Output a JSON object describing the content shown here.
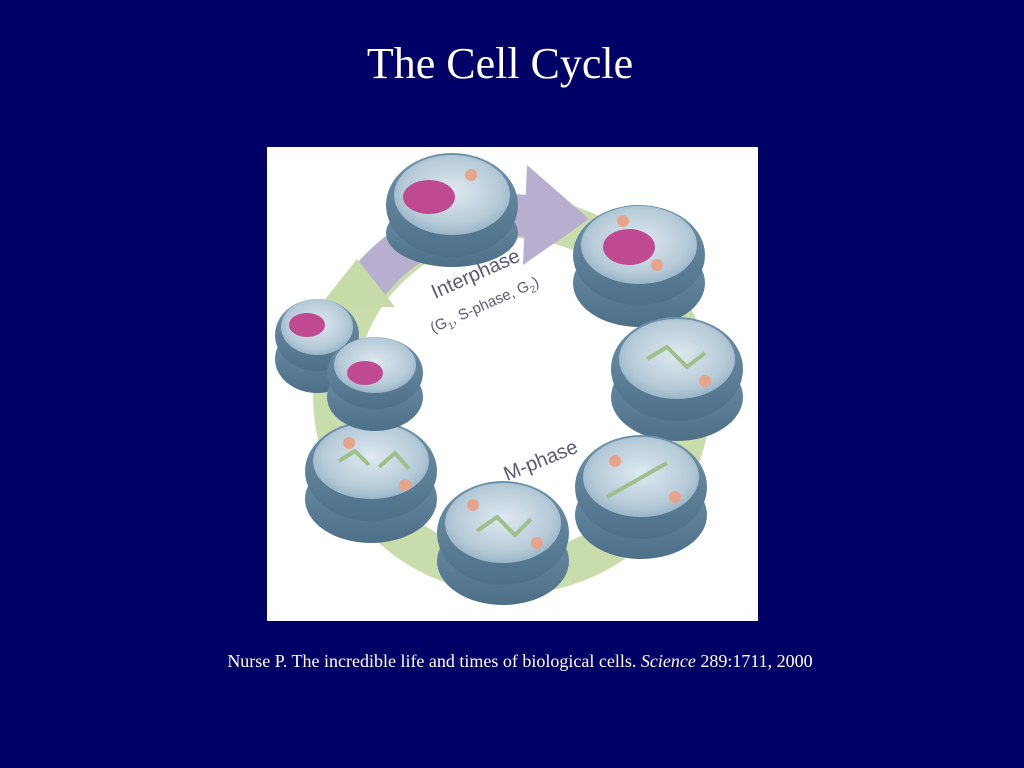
{
  "slide": {
    "title": "The Cell Cycle"
  },
  "diagram": {
    "interphase_label": "Interphase",
    "interphase_sub_prefix": "(G",
    "interphase_sub_1": "1",
    "interphase_sub_mid": ", S-phase, G",
    "interphase_sub_2": "2",
    "interphase_sub_suffix": ")",
    "mphase_label": "M-phase",
    "colors": {
      "arrow_green": "#c6dba8",
      "arrow_lavender": "#b8aed0",
      "cell_outer": "#7b9db4",
      "cell_inner": "#c3d6e2",
      "nucleus": "#c04a92",
      "centrosome": "#e8a48a"
    }
  },
  "citation": {
    "author_text": "Nurse P.  The incredible life and times of biological cells. ",
    "journal": "Science",
    "details": " 289:1711, 2000"
  }
}
